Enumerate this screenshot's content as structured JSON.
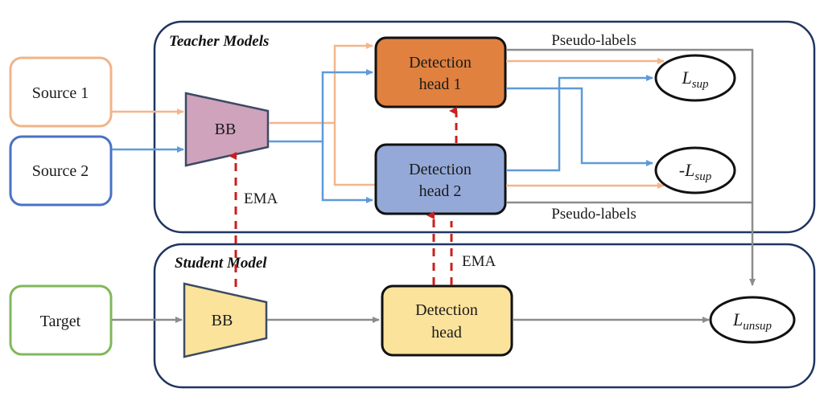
{
  "groups": {
    "teacher": {
      "title": "Teacher Models"
    },
    "student": {
      "title": "Student Model"
    }
  },
  "inputs": {
    "source1": {
      "label": "Source 1",
      "color": "#f0b489"
    },
    "source2": {
      "label": "Source 2",
      "color": "#4a72c4"
    },
    "target": {
      "label": "Target",
      "color": "#80b85c"
    }
  },
  "teacher": {
    "backbone": {
      "label": "BB",
      "color": "#cfa3bc"
    },
    "head1": {
      "line1": "Detection",
      "line2": "head 1",
      "color": "#e0813f"
    },
    "head2": {
      "line1": "Detection",
      "line2": "head 2",
      "color": "#94a9d8"
    }
  },
  "student": {
    "backbone": {
      "label": "BB",
      "color": "#fbe39c"
    },
    "head": {
      "line1": "Detection",
      "line2": "head",
      "color": "#fbe39c"
    }
  },
  "losses": {
    "lsup": {
      "main": "L",
      "sub": "sup",
      "prefix": ""
    },
    "neg_lsup": {
      "main": "L",
      "sub": "sup",
      "prefix": "-"
    },
    "lunsup": {
      "main": "L",
      "sub": "unsup",
      "prefix": ""
    }
  },
  "edge_labels": {
    "pseudo_top": "Pseudo-labels",
    "pseudo_bottom": "Pseudo-labels",
    "ema_backbone": "EMA",
    "ema_head": "EMA"
  },
  "colors": {
    "frame": "#1f3560",
    "orange_flow": "#f3b68c",
    "blue_flow": "#5f9ad8",
    "gray_flow": "#8c8c8c",
    "ema": "#c8201e"
  }
}
